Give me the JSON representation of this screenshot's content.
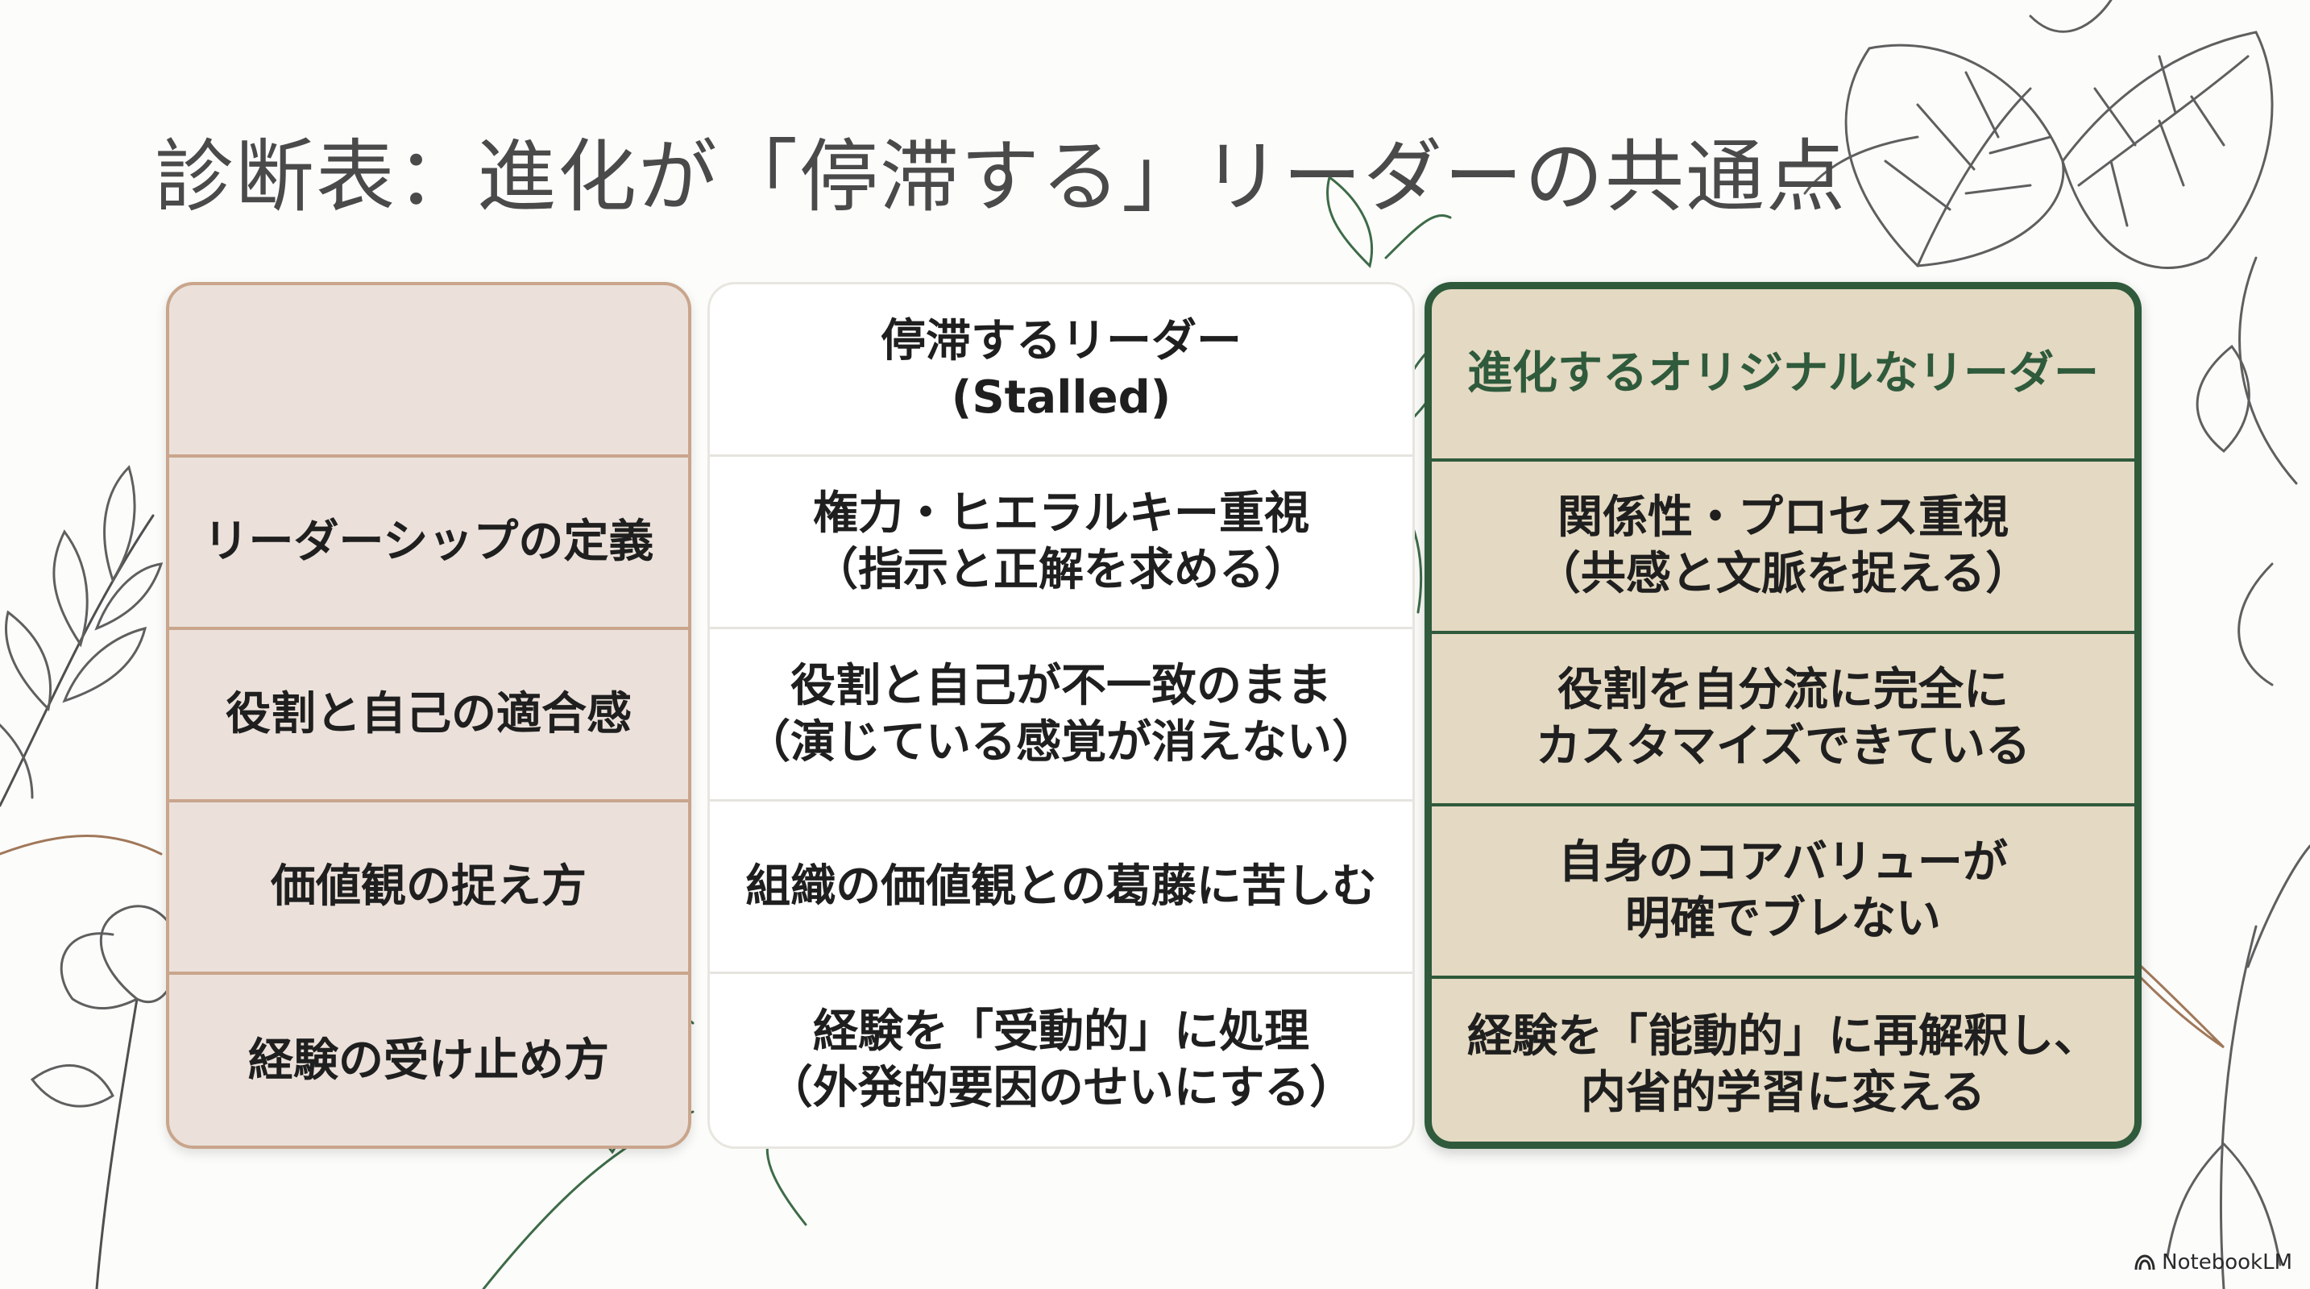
{
  "title": "診断表：進化が「停滞する」リーダーの共通点",
  "table": {
    "criteria_header": "",
    "stalled_header": "停滞するリーダー\n(Stalled)",
    "evolving_header": "進化するオリジナルなリーダー",
    "rows": [
      {
        "criterion": "リーダーシップの定義",
        "stalled": "権力・ヒエラルキー重視\n（指示と正解を求める）",
        "evolving": "関係性・プロセス重視\n（共感と文脈を捉える）"
      },
      {
        "criterion": "役割と自己の適合感",
        "stalled": "役割と自己が不一致のまま\n（演じている感覚が消えない）",
        "evolving": "役割を自分流に完全に\nカスタマイズできている"
      },
      {
        "criterion": "価値観の捉え方",
        "stalled": "組織の価値観との葛藤に苦しむ",
        "evolving": "自身のコアバリューが\n明確でブレない"
      },
      {
        "criterion": "経験の受け止め方",
        "stalled": "経験を「受動的」に処理\n（外発的要因のせいにする）",
        "evolving": "経験を「能動的」に再解釈し、\n内省的学習に変える"
      }
    ]
  },
  "brand": {
    "label": "NotebookLM",
    "icon": "notebooklm-logo-icon"
  },
  "colors": {
    "evolving_border": "#2f5a3c",
    "evolving_fill": "#e4d9c2",
    "criteria_fill": "#ebe1da",
    "criteria_border": "#c9a58c"
  }
}
